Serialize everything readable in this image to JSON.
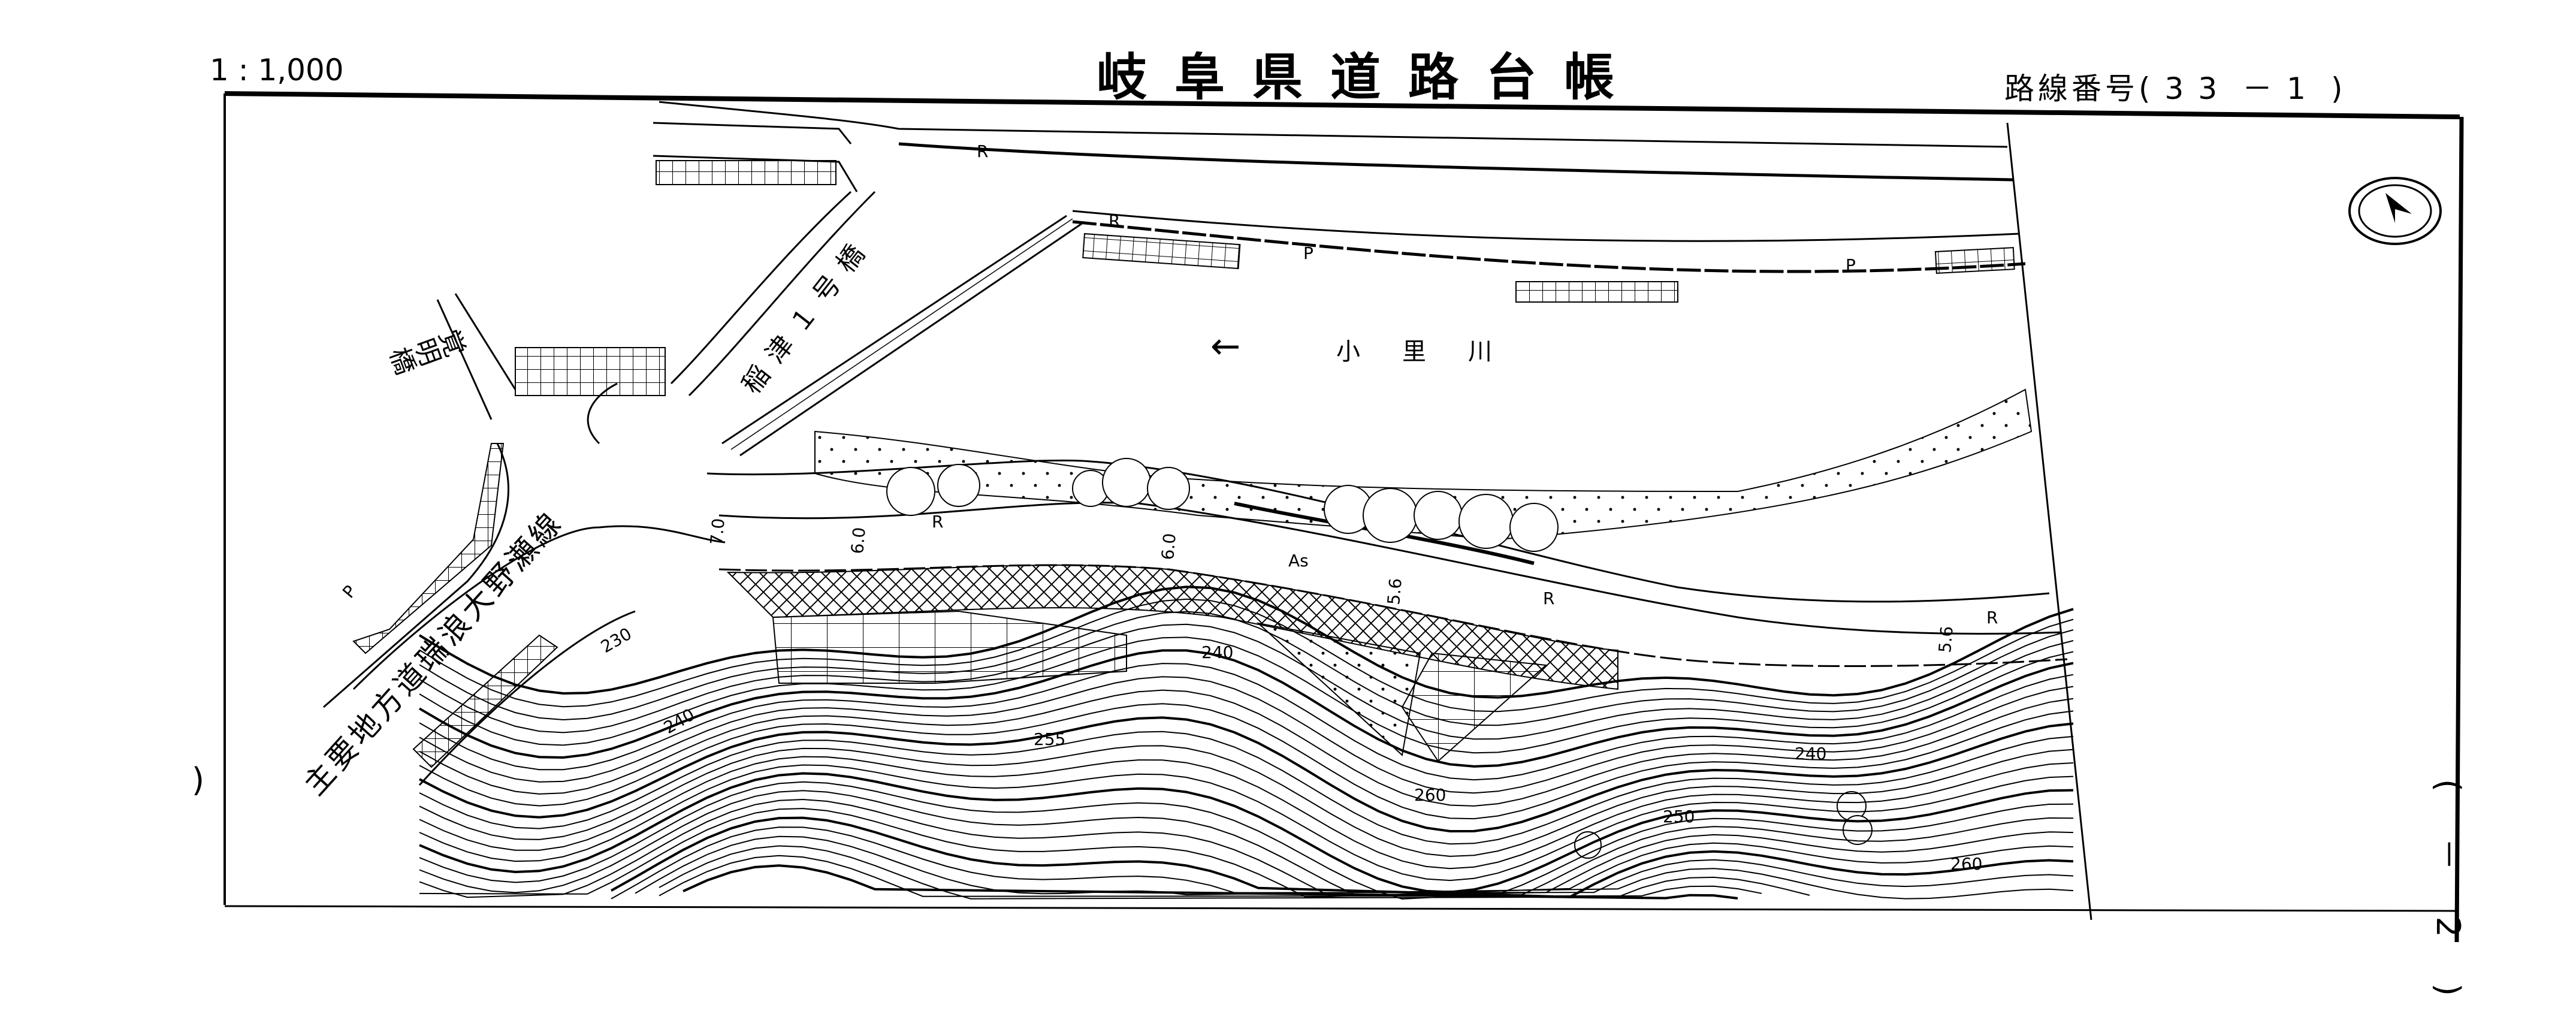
{
  "header": {
    "title": "岐阜県道路台帳",
    "scale": "1 : 1,000",
    "route_label": "路線番号",
    "route_number": "33",
    "route_sub": "1",
    "route_open": "(",
    "route_dash": "－",
    "route_close": ")"
  },
  "sheet_marker": {
    "text": "( － 2 )",
    "left_mark": ")"
  },
  "map": {
    "place_labels": {
      "bridge_kakumei": "覚明橋",
      "bridge_inazu": "稲津１号橋",
      "river": "小里川",
      "river_flow_arrow": "←",
      "main_road": "主要地方道瑞浪大野瀬線"
    },
    "road_labels": {
      "r1": "R",
      "r2": "R",
      "r3": "R",
      "r4": "R",
      "r5": "R",
      "p1": "P",
      "p2": "P",
      "p3": "P",
      "surface": "As"
    },
    "widths": {
      "w1": "7.0",
      "w2": "6.0",
      "w3": "6.0",
      "w4": "5.6",
      "w5": "5.6"
    },
    "contours": {
      "c1": "230",
      "c2": "240",
      "c3": "240",
      "c4": "255",
      "c5": "260",
      "c6": "250",
      "c7": "240",
      "c8": "260"
    },
    "north_arrow": "north-arrow-icon"
  }
}
